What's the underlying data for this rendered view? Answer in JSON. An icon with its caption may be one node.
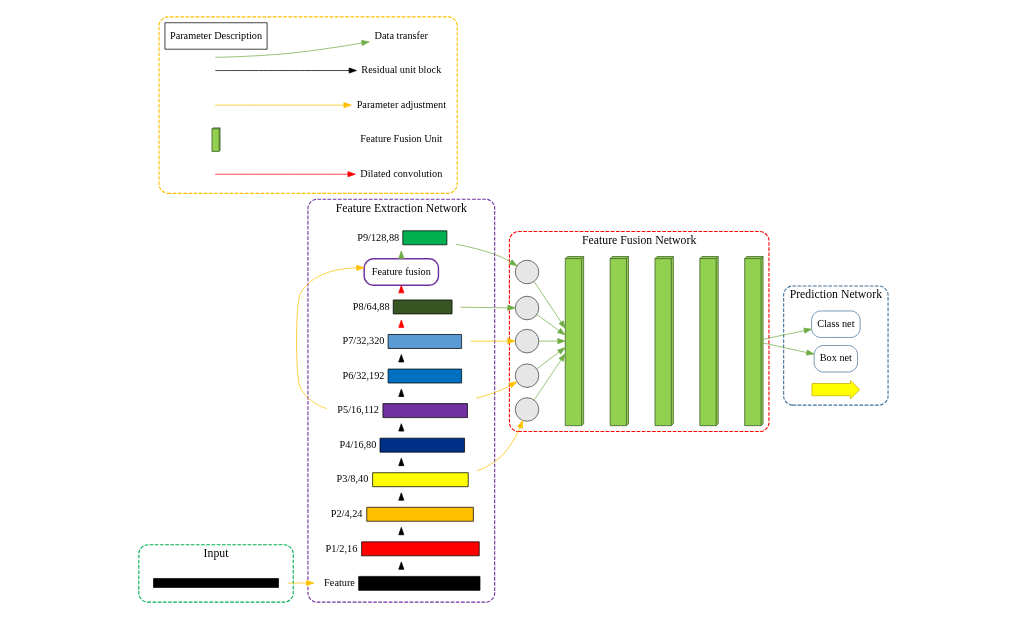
{
  "diagram": {
    "nodes": [
      {
        "text": [
          "Feature Extraction Network"
        ]
      },
      {
        "text": [],
        "shape": "bar",
        "in": 0,
        "beside": [
          "P9/128,88"
        ]
      },
      {
        "text": [
          "Feature fusion"
        ],
        "in": 0
      },
      {
        "text": [],
        "shape": "bar",
        "in": 0,
        "beside": [
          "P8/64,88"
        ]
      },
      {
        "text": [],
        "shape": "bar",
        "in": 0,
        "beside": [
          "P7/32,320"
        ]
      },
      {
        "text": [],
        "shape": "bar",
        "in": 0,
        "beside": [
          "P6/32,192"
        ]
      },
      {
        "text": [],
        "shape": "bar",
        "in": 0,
        "beside": [
          "P5/16,112"
        ]
      },
      {
        "text": [],
        "shape": "bar",
        "in": 0,
        "beside": [
          "P4/16,80"
        ]
      },
      {
        "text": [],
        "shape": "bar",
        "in": 0,
        "beside": [
          "P3/8,40"
        ]
      },
      {
        "text": [],
        "shape": "bar",
        "in": 0,
        "beside": [
          "P2/4,24"
        ]
      },
      {
        "text": [],
        "shape": "bar",
        "in": 0,
        "beside": [
          "P1/2,16"
        ]
      },
      {
        "text": [],
        "shape": "bar",
        "in": 0,
        "beside": [
          "Feature"
        ]
      },
      {
        "text": [
          "Input"
        ]
      },
      {
        "text": [],
        "shape": "bar",
        "in": 12
      },
      {
        "text": [
          "Feature Fusion Network"
        ]
      },
      {
        "text": [],
        "shape": "circle",
        "in": 14
      },
      {
        "text": [],
        "shape": "circle",
        "in": 14
      },
      {
        "text": [],
        "shape": "circle",
        "in": 14
      },
      {
        "text": [],
        "shape": "circle",
        "in": 14
      },
      {
        "text": [],
        "shape": "circle",
        "in": 14
      },
      {
        "text": [],
        "shape": "box",
        "in": 14
      },
      {
        "text": [],
        "shape": "box",
        "in": 14
      },
      {
        "text": [],
        "shape": "box",
        "in": 14
      },
      {
        "text": [],
        "shape": "box",
        "in": 14
      },
      {
        "text": [],
        "shape": "box",
        "in": 14
      },
      {
        "text": [
          "Prediction Network"
        ]
      },
      {
        "text": [
          "Class net"
        ],
        "in": 25
      },
      {
        "text": [
          "Box net"
        ],
        "in": 25
      },
      {
        "text": [],
        "shape": "arrow",
        "in": 25
      },
      {
        "text": [],
        "shape": "box"
      },
      {
        "text": [
          "Parameter Description"
        ],
        "in": 29
      }
    ],
    "edges": [
      {
        "from": 1,
        "to": 15,
        "arrow": "to"
      },
      {
        "from": 2,
        "to": 1,
        "arrow": "to"
      },
      {
        "from": 3,
        "to": 2,
        "arrow": "to",
        "color": "#ff0000"
      },
      {
        "from": 3,
        "to": 16,
        "arrow": "to"
      },
      {
        "from": 4,
        "to": 3,
        "arrow": "to",
        "color": "#ff0000"
      },
      {
        "from": 5,
        "to": 4,
        "arrow": "to",
        "color": "#000000"
      },
      {
        "from": 6,
        "to": 5,
        "arrow": "to",
        "color": "#000000"
      },
      {
        "from": 7,
        "to": 6,
        "arrow": "to",
        "color": "#000000"
      },
      {
        "from": 8,
        "to": 7,
        "arrow": "to",
        "color": "#000000"
      },
      {
        "from": 9,
        "to": 8,
        "arrow": "to",
        "color": "#000000"
      },
      {
        "from": 10,
        "to": 9,
        "arrow": "to",
        "color": "#000000"
      },
      {
        "from": 11,
        "to": 10,
        "arrow": "to",
        "color": "#000000"
      },
      {
        "from": 13,
        "to": 11,
        "arrow": "to",
        "color": "#ffc000"
      },
      {
        "from": 6,
        "to": 2,
        "arrow": "to",
        "color": "#ffc000"
      },
      {
        "from": 4,
        "to": 17,
        "arrow": "to",
        "color": "#ffc000"
      },
      {
        "from": 6,
        "to": 18,
        "arrow": "to",
        "color": "#ffc000"
      },
      {
        "from": 8,
        "to": 19,
        "arrow": "to",
        "color": "#ffc000"
      },
      {
        "from": 15,
        "to": 20,
        "arrow": "to"
      },
      {
        "from": 16,
        "to": 20,
        "arrow": "to"
      },
      {
        "from": 17,
        "to": 20,
        "arrow": "to"
      },
      {
        "from": 18,
        "to": 20,
        "arrow": "to"
      },
      {
        "from": 19,
        "to": 20,
        "arrow": "to"
      },
      {
        "from": 24,
        "to": 26,
        "arrow": "to"
      },
      {
        "from": 24,
        "to": 27,
        "arrow": "to"
      }
    ],
    "legend": [
      {
        "text": "Data transfer"
      },
      {
        "text": "Residual unit block"
      },
      {
        "text": "Parameter adjustment"
      },
      {
        "text": "Feature Fusion Unit"
      },
      {
        "text": "Dilated convolution"
      }
    ]
  }
}
